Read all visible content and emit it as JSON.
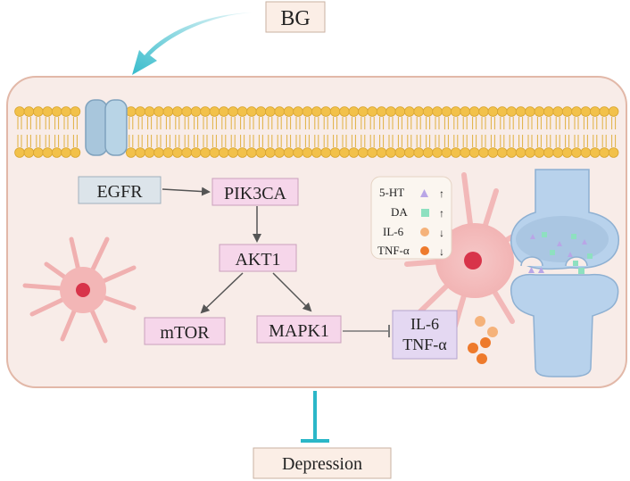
{
  "top_input": {
    "label": "BG"
  },
  "pathway": {
    "egfr": "EGFR",
    "pik3ca": "PIK3CA",
    "akt1": "AKT1",
    "mtor": "mTOR",
    "mapk1": "MAPK1",
    "cytokines_box": {
      "line1": "IL-6",
      "line2": "TNF-α"
    }
  },
  "legend": {
    "items": [
      {
        "label": "5-HT",
        "marker": "triangle",
        "color": "#b9a6e6",
        "trend": "up"
      },
      {
        "label": "DA",
        "marker": "square",
        "color": "#8ee0c0",
        "trend": "up"
      },
      {
        "label": "IL-6",
        "marker": "circle",
        "color": "#f5b27a",
        "trend": "down"
      },
      {
        "label": "TNF-α",
        "marker": "circle",
        "color": "#ee7a2c",
        "trend": "down"
      }
    ],
    "trend_symbols": {
      "up": "↑",
      "down": "↓"
    }
  },
  "outcome": {
    "label": "Depression"
  },
  "colors": {
    "cell_fill": "#f8ece8",
    "cell_border": "#e2b8a8",
    "lipid_head": "#f2c14a",
    "egfr_box": "#dce4ea",
    "pink_box": "#f6d6ea",
    "purple_box": "#e4d8f2",
    "inhibit_teal": "#2bb7c8",
    "neuron": "#f2b8b8",
    "synapse": "#b8d2ec"
  }
}
